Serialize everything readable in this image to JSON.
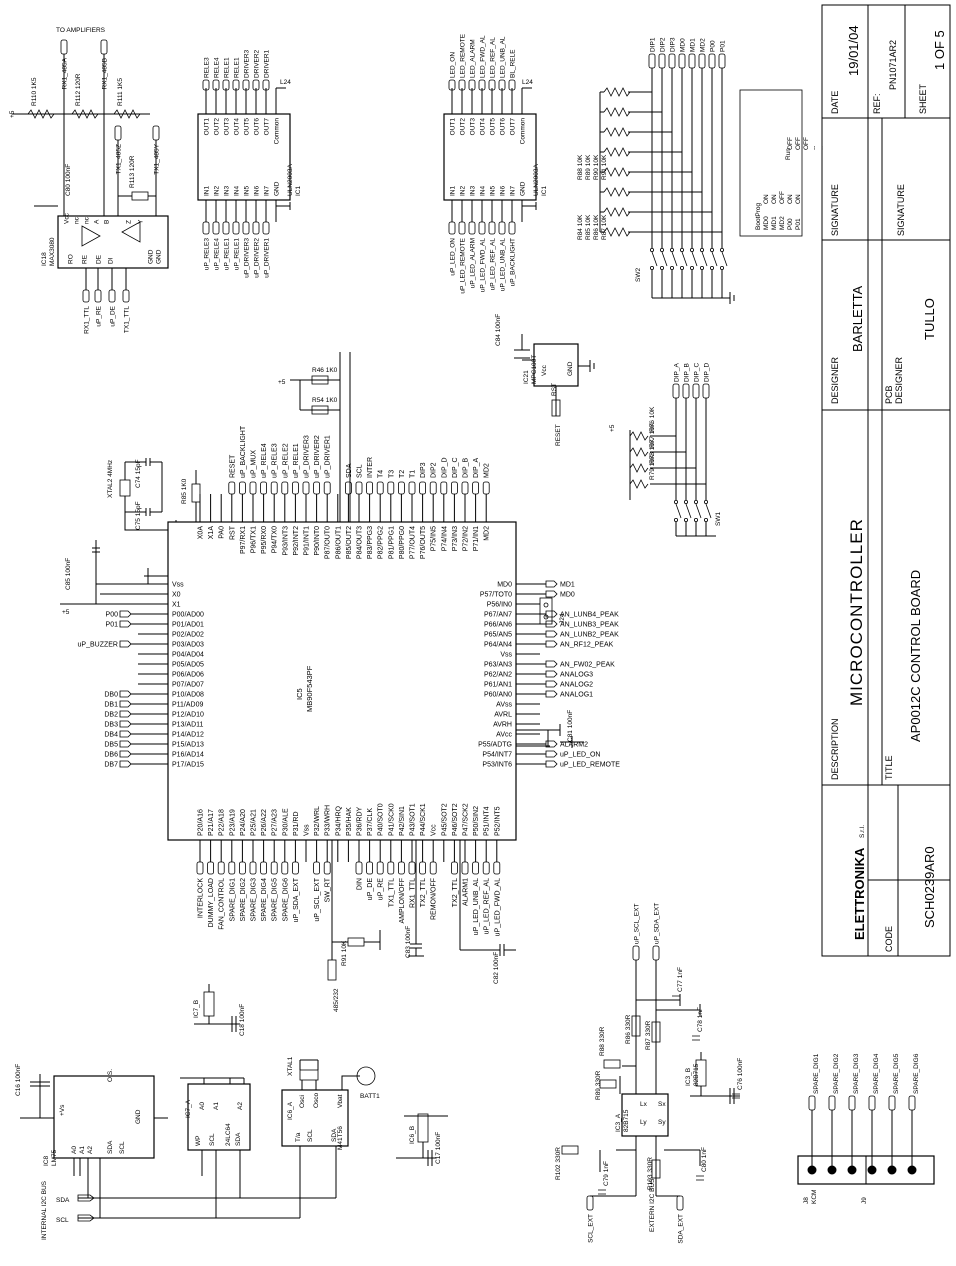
{
  "title_block": {
    "date_label": "DATE",
    "date_value": "19/01/04",
    "ref_label": "REF:",
    "ref_value": "PN1071AR2",
    "sheet_label": "SHEET",
    "sheet_value": "1 OF 5",
    "signature_label_1": "SIGNATURE",
    "signature_label_2": "SIGNATURE",
    "designer_label": "DESIGNER",
    "designer_value": "BARLETTA",
    "pcb_designer_label_1": "PCB",
    "pcb_designer_label_2": "DESIGNER",
    "pcb_designer_value": "TULLO",
    "description_label": "DESCRIPTION",
    "description_value": "MICROCONTROLLER",
    "title_label": "TITLE",
    "title_value": "AP0012C CONTROL BOARD",
    "code_label": "CODE",
    "code_value": "SCH0239AR0",
    "logo_text": "ELETTRONIKA",
    "logo_suffix": "S.r.l."
  },
  "microcontroller": {
    "ref": "IC5",
    "part": "MB90F543PF",
    "left_pins": [
      "Vss",
      "X0",
      "X1",
      "P00/AD00",
      "P01/AD01",
      "P02/AD02",
      "P03/AD03",
      "P04/AD04",
      "P05/AD05",
      "P06/AD06",
      "P07/AD07",
      "P10/AD08",
      "P11/AD09",
      "P12/AD10",
      "P13/AD11",
      "P14/AD12",
      "P15/AD13",
      "P16/AD14",
      "P17/AD15"
    ],
    "left_nets": [
      "",
      "",
      "",
      "P00",
      "P01",
      "",
      "uP_BUZZER",
      "",
      "",
      "",
      "",
      "DB0",
      "DB1",
      "DB2",
      "DB3",
      "DB4",
      "DB5",
      "DB6",
      "DB7"
    ],
    "right_pins": [
      "MD0",
      "P57/TOT0",
      "P56/IN0",
      "P67/AN7",
      "P66/AN6",
      "P65/AN5",
      "P64/AN4",
      "Vss",
      "P63/AN3",
      "P62/AN2",
      "P61/AN1",
      "P60/AN0",
      "AVss",
      "AVRL",
      "AVRH",
      "AVcc",
      "P55/ADTG",
      "P54/INT7",
      "P53/INT6"
    ],
    "right_nets": [
      "MD1",
      "MD0",
      "",
      "AN_LUNB4_PEAK",
      "AN_LUNB3_PEAK",
      "AN_LUNB2_PEAK",
      "AN_RF12_PEAK",
      "",
      "AN_FW02_PEAK",
      "ANALOG3",
      "ANALOG2",
      "ANALOG1",
      "",
      "",
      "",
      "",
      "ALARM2",
      "uP_LED_ON",
      "uP_LED_REMOTE"
    ],
    "top_pins": [
      "X0A",
      "X1A",
      "PA0",
      "RST",
      "P97/RX1",
      "P96/TX1",
      "P95/RX0",
      "P94/TX0",
      "P93/INT3",
      "P92/INT2",
      "P91/INT1",
      "P90/INT0",
      "P87/OUT0",
      "P86/OUT1",
      "P85/OUT2",
      "P84/OUT3",
      "P83/PPG3",
      "P82/PPG2",
      "P81/PPG1",
      "P80/PPG0",
      "P77/OUT4",
      "P76/OUT5",
      "P75/IN5",
      "P74/IN4",
      "P73/IN3",
      "P72/IN2",
      "P71/IN1",
      "MD2"
    ],
    "top_nets": [
      "",
      "",
      "",
      "RESET",
      "uP_BACKLIGHT",
      "uP_MUX",
      "uP_RELE4",
      "uP_RELE3",
      "uP_RELE2",
      "uP_RELE1",
      "uP_DRIVER3",
      "uP_DRIVER2",
      "uP_DRIVER1",
      "",
      "SDA",
      "SCL",
      "INTER",
      "T4",
      "T3",
      "T2",
      "T1",
      "DIP3",
      "DIP2",
      "DIP_D",
      "DIP_C",
      "DIP_B",
      "DIP_A",
      "MD2"
    ],
    "bottom_pins": [
      "P20/A16",
      "P21/A17",
      "P22/A18",
      "P23/A19",
      "P24/A20",
      "P25/A21",
      "P26/A22",
      "P27/A23",
      "P30/ALE",
      "P31/RD",
      "Vss",
      "P32/WRL",
      "P33/WRH",
      "P34/HRQ",
      "P35/HAK",
      "P36/RDY",
      "P37/CLK",
      "P40/SOT0",
      "P41/SCK0",
      "P42/SIN1",
      "P43/SOT1",
      "P44/SCK1",
      "Vcc",
      "P45/SOT2",
      "P46/SOT2",
      "P47/SCK2",
      "P50/SIN2",
      "P51/INT4",
      "P52/INT5"
    ],
    "bottom_nets": [
      "INTERLOCK",
      "DUMMY_LOAD",
      "FAN_CONTROL",
      "SPARE_DIG1",
      "SPARE_DIG2",
      "SPARE_DIG3",
      "SPARE_DIG4",
      "SPARE_DIG5",
      "SPARE_DIG6",
      "uP_SDA_EXT",
      "",
      "uP_SCL_EXT",
      "SW_RT",
      "",
      "",
      "DIN",
      "uP_DE",
      "uP_RE",
      "TX1_TTL",
      "AMPLON/OFF",
      "RX1_TTL",
      "TX2_TTL",
      "REMON/OFF",
      "",
      "TX2_TTL",
      "ALARM1",
      "uP_LED_UNB_AL",
      "uP_LED_REF_AL",
      "uP_LED_FWD_AL"
    ]
  },
  "uln_left": {
    "ref": "IC1",
    "part": "ULN2003A",
    "outputs": [
      "OUT1",
      "OUT2",
      "OUT3",
      "OUT4",
      "OUT5",
      "OUT6",
      "OUT7",
      "Common"
    ],
    "inputs": [
      "IN1",
      "IN2",
      "IN3",
      "IN4",
      "IN5",
      "IN6",
      "IN7",
      "GND"
    ],
    "out_nets": [
      "RELE3",
      "RELE4",
      "RELE1",
      "RELE1",
      "DRIVER3",
      "DRIVER2",
      "DRIVER1"
    ],
    "in_nets": [
      "uP_RELE3",
      "uP_RELE4",
      "uP_RELE1",
      "uP_RELE1",
      "uP_DRIVER3",
      "uP_DRIVER2",
      "uP_DRIVER1"
    ],
    "supply": "L24"
  },
  "uln_right": {
    "ref": "IC1",
    "part": "ULN2003A",
    "outputs": [
      "OUT1",
      "OUT2",
      "OUT3",
      "OUT4",
      "OUT5",
      "OUT6",
      "OUT7",
      "Common"
    ],
    "inputs": [
      "IN1",
      "IN2",
      "IN3",
      "IN4",
      "IN5",
      "IN6",
      "IN7",
      "GND"
    ],
    "out_nets": [
      "LED_ON",
      "LED_REMOTE",
      "LED_ALARM",
      "LED_FWD_AL",
      "LED_REF_AL",
      "LED_UNB_AL",
      "BL_RELE"
    ],
    "in_nets": [
      "uP_LED_ON",
      "uP_LED_REMOTE",
      "uP_LED_ALARM",
      "uP_LED_FWD_AL",
      "uP_LED_REF_AL",
      "uP_LED_UNB_AL",
      "uP_BACKLIGHT"
    ],
    "supply": "L24"
  },
  "rs485": {
    "ref": "IC18",
    "part": "MAX3080",
    "to_amps": "TO AMPLIFIERS",
    "nets": [
      "RX1_485A",
      "RX1_485B",
      "TX1_485Z",
      "TX1_485Y"
    ],
    "resistors": [
      "R110 1K5",
      "R112 120R",
      "R111 1K5",
      "R113 120R"
    ],
    "cap": "C80 100nF",
    "pins": [
      "RO",
      "RE",
      "DE",
      "DI",
      "GND",
      "GND",
      "Vcc",
      "nc",
      "nc",
      "A",
      "B",
      "Z",
      "Y"
    ],
    "logic_nets": [
      "RX1_TTL",
      "uP_RE",
      "uP_DE",
      "TX1_TTL"
    ]
  },
  "dip_block": {
    "switch": "SW2",
    "nets": [
      "DIP1",
      "DIP2",
      "DIP3",
      "MD0",
      "MD1",
      "MD2",
      "P00",
      "P01"
    ],
    "resistors": [
      "R84 10K",
      "R85 10K",
      "R86 10K",
      "R87 10K",
      "R88 10K",
      "R89 10K",
      "R90 10K",
      "R91 10K"
    ],
    "table_headers": [
      "BootProg",
      "Run"
    ],
    "table_rows": [
      [
        "MD0",
        "ON",
        "OFF"
      ],
      [
        "MD1",
        "ON",
        "OFF"
      ],
      [
        "MD2",
        "OFF",
        "OFF"
      ],
      [
        "P00",
        "ON",
        "--"
      ],
      [
        "P01",
        "ON",
        "--"
      ]
    ]
  },
  "reset": {
    "ref": "IC21",
    "part": "MPC100T",
    "pins": [
      "Vcc",
      "RST",
      "GND"
    ],
    "cap": "C84 100nF",
    "net": "RESET"
  },
  "dip_small": {
    "switch": "SW1",
    "nets": [
      "DIP_A",
      "DIP_B",
      "DIP_C",
      "DIP_D"
    ],
    "resistors": [
      "R76 10K",
      "R77 10K",
      "R78 10K",
      "R79 10K"
    ]
  },
  "misc_uc": {
    "xtal": "XTAL2 4MHz",
    "caps": [
      "C74 15pF",
      "C75 15pF",
      "C85 100nF",
      "C81 100nF",
      "C83 100nF",
      "C82 100nF"
    ],
    "resistors": [
      "R46 1K0",
      "R54 1K0",
      "R85 1K0",
      "R91 10K"
    ],
    "jumper": "J24",
    "net_485": "485/232",
    "vcc": "+5"
  },
  "i2c_internal": {
    "bus_label": "INTERNAL I2C BUS",
    "nets": [
      "SDA",
      "SCL"
    ],
    "ic8": {
      "ref": "IC8",
      "part": "LM75",
      "pins": [
        "A0",
        "A1",
        "A2",
        "SDA",
        "SCL",
        "+Vs",
        "GND",
        "O.S."
      ]
    },
    "ic7a": {
      "ref": "IC7_A",
      "part": "24LC64",
      "pins": [
        "WP",
        "SCL",
        "A0",
        "A1",
        "A2",
        "SDA"
      ]
    },
    "ic6a": {
      "ref": "IC6_A",
      "part": "M41T56",
      "pins": [
        "T/a",
        "SCL",
        "Osci",
        "Osco",
        "Vbat",
        "SDA"
      ]
    },
    "ic6b": "IC6_B",
    "ic7b": "IC7_B",
    "caps": [
      "C16 100nF",
      "C18 100nF",
      "C17 100nF"
    ],
    "xtal": "XTAL1",
    "battery": "BATT1"
  },
  "i2c_external": {
    "bus_label": "EXTERN I2C BUS",
    "ref": "IC3_A",
    "part": "82B715",
    "ref_b": "IC3_B",
    "part_b": "82B715",
    "pins": [
      "Lx",
      "Ly",
      "Sx",
      "Sy"
    ],
    "nets": [
      "uP_SCL_EXT",
      "uP_SDA_EXT",
      "SCL_EXT",
      "SDA_EXT"
    ],
    "resistors": [
      "R86 330R",
      "R87 330R",
      "R88 330R",
      "R89 330R",
      "R102 330R",
      "R103 330R"
    ],
    "caps": [
      "C77 1nF",
      "C78 1nF",
      "C79 1nF",
      "C80 1nF",
      "C76 100nF"
    ]
  },
  "connector": {
    "ref": "J8",
    "part": "KCM",
    "ref2": "J9",
    "nets": [
      "SPARE_DIG1",
      "SPARE_DIG2",
      "SPARE_DIG3",
      "SPARE_DIG4",
      "SPARE_DIG5",
      "SPARE_DIG6"
    ]
  }
}
